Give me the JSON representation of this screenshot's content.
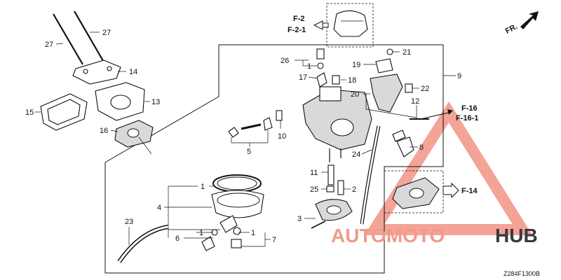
{
  "brand": {
    "name_part1": "AUTOMOTO",
    "name_part2": "HUB",
    "accent_color": "#f29a8c",
    "secondary_color": "#3a3a3a"
  },
  "direction_label": "FR.",
  "references": {
    "f2": "F-2",
    "f21": "F-2-1",
    "f16": "F-16",
    "f161": "F-16-1",
    "f14": "F-14"
  },
  "diagram_code": "Z284F1300B",
  "callouts": {
    "p1a": "1",
    "p1b": "1",
    "p1c": "1",
    "p1d": "1",
    "p2": "2",
    "p3": "3",
    "p4": "4",
    "p5": "5",
    "p6": "6",
    "p7": "7",
    "p8": "8",
    "p9": "9",
    "p10": "10",
    "p11": "11",
    "p12": "12",
    "p13": "13",
    "p14": "14",
    "p15": "15",
    "p16": "16",
    "p17": "17",
    "p18": "18",
    "p19": "19",
    "p20": "20",
    "p21": "21",
    "p22": "22",
    "p23": "23",
    "p24": "24",
    "p25": "25",
    "p26": "26",
    "p27a": "27",
    "p27b": "27"
  }
}
